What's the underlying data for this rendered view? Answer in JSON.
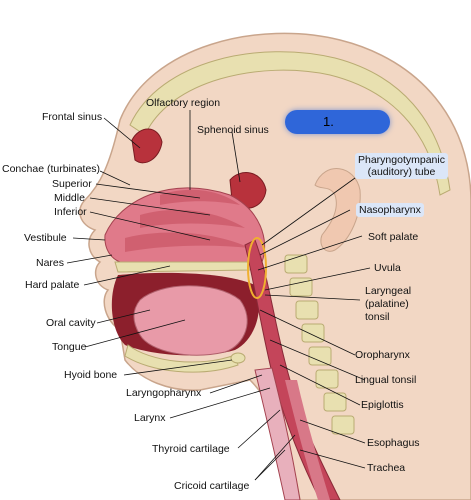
{
  "labels": {
    "frontal_sinus": "Frontal sinus",
    "olfactory_region": "Olfactory region",
    "sphenoid_sinus": "Sphenoid sinus",
    "conchae": "Conchae (turbinates)",
    "superior": "Superior",
    "middle": "Middle",
    "inferior": "Inferior",
    "vestibule": "Vestibule",
    "nares": "Nares",
    "hard_palate": "Hard palate",
    "oral_cavity": "Oral cavity",
    "tongue": "Tongue",
    "hyoid_bone": "Hyoid bone",
    "laryngopharynx": "Laryngopharynx",
    "larynx": "Larynx",
    "thyroid_cartilage": "Thyroid cartilage",
    "cricoid_cartilage": "Cricoid cartilage",
    "pharyngotympanic_tube_line1": "Pharyngotympanic",
    "pharyngotympanic_tube_line2": "(auditory) tube",
    "nasopharynx": "Nasopharynx",
    "soft_palate": "Soft palate",
    "uvula": "Uvula",
    "laryngeal_tonsil_line1": "Laryngeal",
    "laryngeal_tonsil_line2": "(palatine)",
    "laryngeal_tonsil_line3": "tonsil",
    "oropharynx": "Oropharynx",
    "lingual_tonsil": "Lingual tonsil",
    "epiglottis": "Epiglottis",
    "esophagus": "Esophagus",
    "trachea": "Trachea"
  },
  "question_marker": "1.",
  "colors": {
    "skin": "#f2d7c4",
    "bone": "#e8e0b0",
    "mucosa": "#e07a8a",
    "tongue": "#e89aa8",
    "highlight": "#dbe6f8",
    "answer_box": "#2f66d9",
    "tonsil_outline": "#f0b030"
  }
}
